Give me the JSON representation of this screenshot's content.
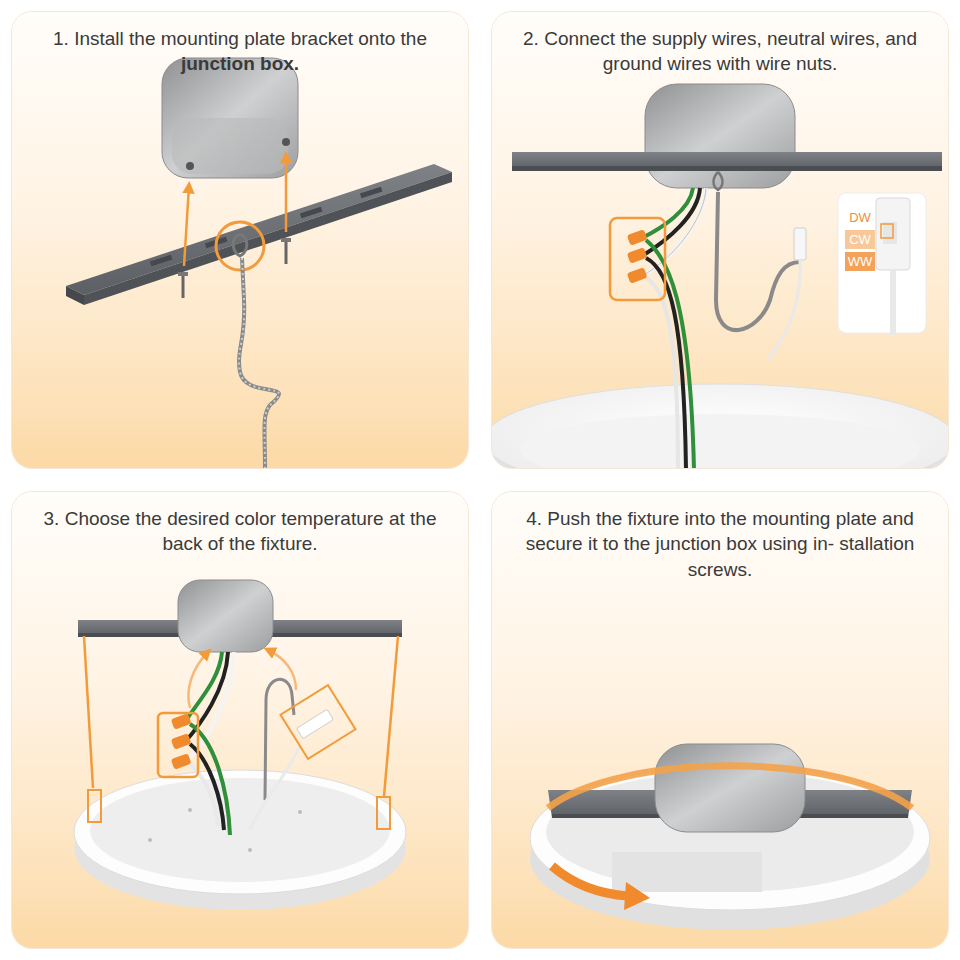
{
  "diagram": {
    "nodes": [
      {
        "text": [
          "1. Install the mounting plate bracket onto the",
          "junction box."
        ]
      },
      {
        "text": [
          "2. Connect the supply wires, neutral wires, and ground wires with wire nuts."
        ]
      },
      {
        "text": [
          "3. Choose the desired color temperature at the back of the fixture."
        ]
      },
      {
        "text": [
          "4. Push the fixture into the mounting plate and secure it to the junction box using in- stallation screws."
        ]
      }
    ],
    "labels": [
      "DW",
      "CW",
      "WW"
    ]
  }
}
